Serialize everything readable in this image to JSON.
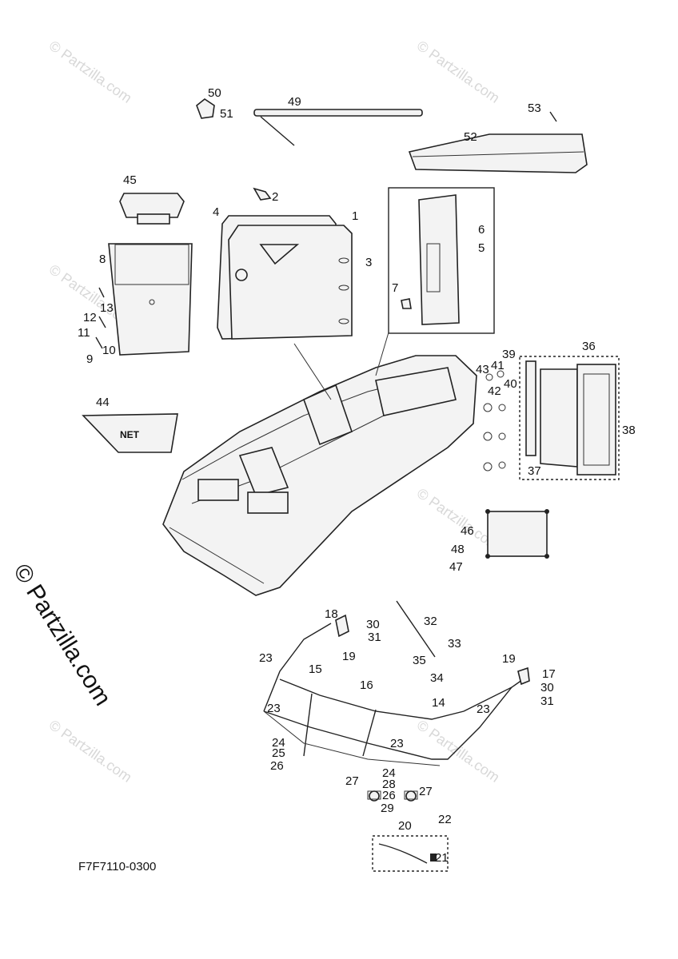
{
  "watermark": "© Partzilla.com",
  "side_watermark": "© Partzilla.com",
  "diagram_code": "F7F7110-0300",
  "net_label": "NET",
  "callouts": [
    "1",
    "2",
    "3",
    "4",
    "5",
    "6",
    "7",
    "8",
    "9",
    "10",
    "11",
    "12",
    "13",
    "14",
    "15",
    "16",
    "17",
    "18",
    "19",
    "20",
    "21",
    "22",
    "23",
    "24",
    "25",
    "26",
    "27",
    "28",
    "29",
    "30",
    "31",
    "32",
    "33",
    "34",
    "35",
    "36",
    "37",
    "38",
    "39",
    "40",
    "41",
    "42",
    "43",
    "44",
    "45",
    "46",
    "47",
    "48",
    "49",
    "50",
    "51",
    "52",
    "53"
  ]
}
